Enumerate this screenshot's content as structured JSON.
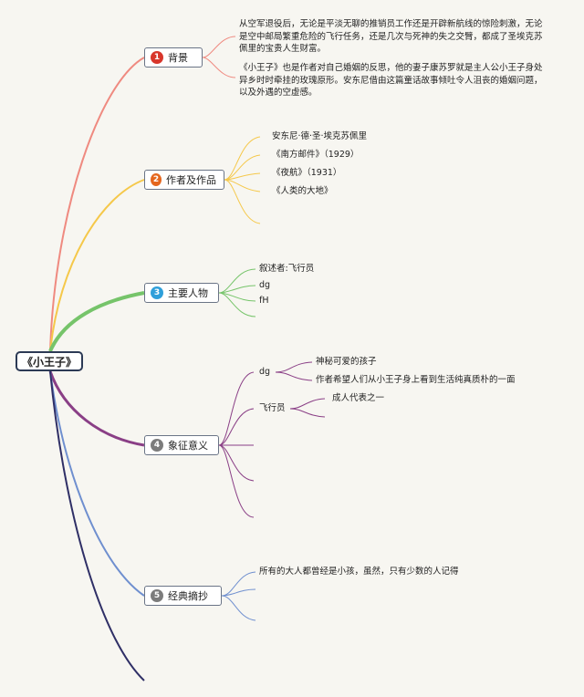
{
  "colors": {
    "background": "#f7f6f1",
    "branch1": "#ef8a80",
    "branch2": "#f5c84a",
    "branch3": "#76c46a",
    "branch4": "#8a3f86",
    "branch5": "#6f8fcf",
    "branch6": "#2f2f66",
    "badge1": "#d8362b",
    "badge2": "#e5661d",
    "badge3": "#2e9fda",
    "badge4": "#7c7c7c",
    "badge5": "#7c7c7c"
  },
  "root": {
    "label": "《小王子》"
  },
  "topics": [
    {
      "num": "1",
      "label": "背景"
    },
    {
      "num": "2",
      "label": "作者及作品"
    },
    {
      "num": "3",
      "label": "主要人物"
    },
    {
      "num": "4",
      "label": "象征意义"
    },
    {
      "num": "5",
      "label": "经典摘抄"
    }
  ],
  "background": {
    "p1": "从空军退役后，无论是平淡无聊的推销员工作还是开辟新航线的惊险刺激，无论是空中邮局繁重危险的飞行任务，还是几次与死神的失之交臂，都成了圣埃克苏佩里的宝贵人生财富。",
    "p2": "《小王子》也是作者对自己婚姻的反思，他的妻子康苏罗就是主人公小王子身处异乡时时牵挂的玫瑰原形。安东尼借由这篇童话故事倾吐令人沮丧的婚姻问题，以及外遇的空虚感。"
  },
  "author": {
    "items": [
      "安东尼·德·圣·埃克苏佩里",
      "《南方邮件》（1929）",
      "《夜航》（1931）",
      "《人类的大地》"
    ]
  },
  "characters": {
    "items": [
      "叙述者:飞行员",
      "dg",
      "fH"
    ]
  },
  "symbolism": {
    "dg_label": "dg",
    "dg_children": [
      "神秘可爱的孩子",
      "作者希望人们从小王子身上看到生活纯真质朴的一面"
    ],
    "pilot_label": "飞行员",
    "pilot_children": [
      "成人代表之一"
    ]
  },
  "quotes": {
    "items": [
      "所有的大人都曾经是小孩，虽然，只有少数的人记得"
    ]
  }
}
